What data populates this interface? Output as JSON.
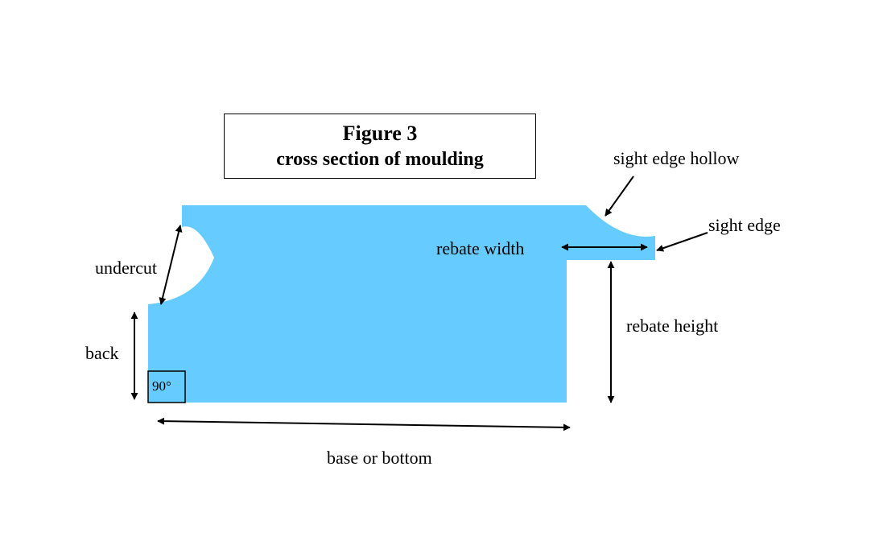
{
  "figure": {
    "title": "Figure 3",
    "subtitle": "cross section of moulding"
  },
  "labels": {
    "sight_edge_hollow": "sight edge hollow",
    "sight_edge": "sight edge",
    "rebate_width": "rebate width",
    "rebate_height": "rebate height",
    "undercut": "undercut",
    "back": "back",
    "base_or_bottom": "base or bottom",
    "angle": "90°"
  },
  "colors": {
    "moulding_fill": "#66ccff",
    "arrow": "#000000",
    "background": "#ffffff"
  }
}
